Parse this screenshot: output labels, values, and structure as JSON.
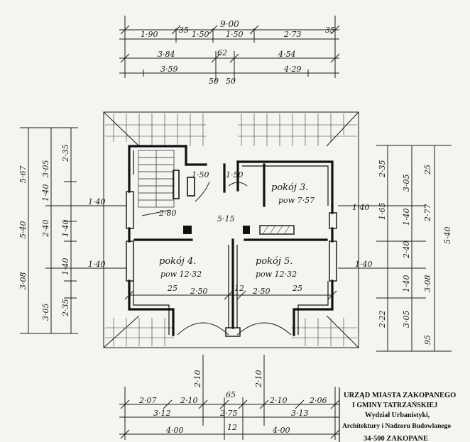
{
  "plan": {
    "rooms": [
      {
        "id": "r3",
        "name": "pokój 3.",
        "area": "pow 7·57"
      },
      {
        "id": "r4",
        "name": "pokój 4.",
        "area": "pow 12·32"
      },
      {
        "id": "r5",
        "name": "pokój 5.",
        "area": "pow 12·32"
      }
    ],
    "hall_area": "5·15",
    "misc_areas": [
      "1·50",
      "1·50",
      "2·80"
    ],
    "top_dims_1": [
      "9·00"
    ],
    "top_dims_2": [
      "1·90",
      "1·50",
      "1·50",
      "2·73",
      "35",
      "35"
    ],
    "top_dims_3": [
      "3·84",
      "62",
      "4·54"
    ],
    "top_dims_4": [
      "3·59",
      "4·29",
      "50",
      "50"
    ],
    "left_dims": [
      "3·05",
      "2·35",
      "5·67",
      "1·40",
      "2·40",
      "5·40",
      "3·08",
      "1·40",
      "3·05",
      "2·35",
      "1·40"
    ],
    "right_dims": [
      "3·05",
      "2·35",
      "2·77",
      "1·65",
      "1·40",
      "2·40",
      "5·40",
      "3·08",
      "1·40",
      "3·05",
      "2·22",
      "25",
      "95"
    ],
    "inner_dims": [
      "25",
      "2·50",
      "12",
      "2·50",
      "25"
    ],
    "bottom_dims_1": [
      "2·07",
      "2·10",
      "65",
      "2·10",
      "2·06"
    ],
    "bottom_dims_2": [
      "3·12",
      "2·75",
      "3·13"
    ],
    "bottom_dims_3": [
      "4·00",
      "12",
      "4·00"
    ],
    "bottom_vert": [
      "2·10",
      "2·10"
    ],
    "stamp": {
      "line1": "URZĄD MIASTA ZAKOPANEGO",
      "line2": "I GMINY TATRZAŃSKIEJ",
      "line3": "Wydział Urbanistyki,",
      "line4": "Architektury i Nadzoru Budowlanego",
      "line5": "34-500 ZAKOPANE"
    }
  }
}
